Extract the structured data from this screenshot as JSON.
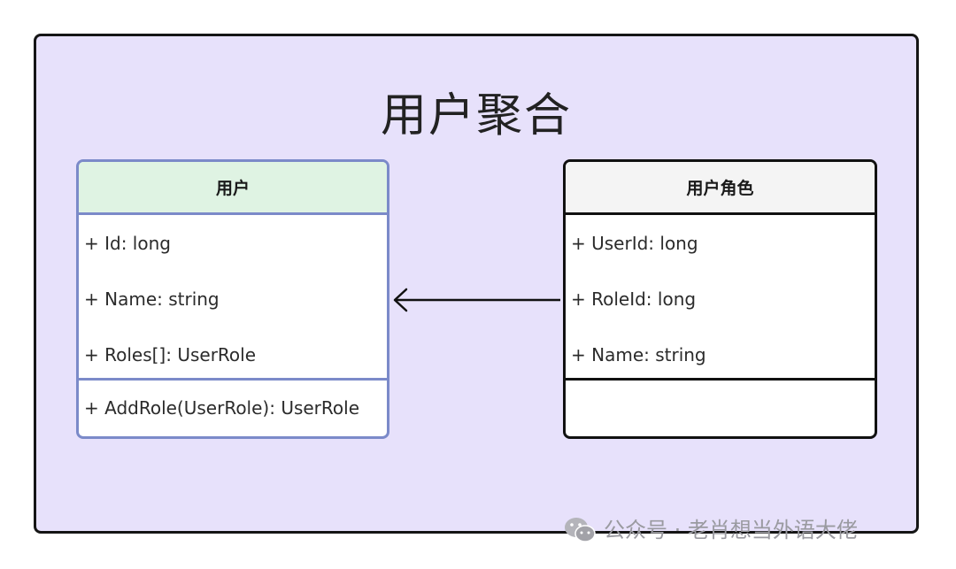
{
  "aggregate": {
    "title": "用户聚合"
  },
  "classes": {
    "user": {
      "name": "用户",
      "attributes": [
        "+ Id: long",
        "+ Name: string",
        "+ Roles[]: UserRole"
      ],
      "methods": [
        "+ AddRole(UserRole): UserRole"
      ]
    },
    "user_role": {
      "name": "用户角色",
      "attributes": [
        "+ UserId: long",
        "+ RoleId: long",
        "+ Name: string"
      ],
      "methods": []
    }
  },
  "relationship": {
    "from": "用户角色",
    "to": "用户",
    "type": "association"
  },
  "watermark": {
    "text": "公众号 · 老肖想当外语大佬"
  },
  "colors": {
    "aggregate_fill": "#e7e1fb",
    "user_header_fill": "#dff3e3",
    "user_border": "#7b8ac9",
    "role_border": "#111111"
  }
}
